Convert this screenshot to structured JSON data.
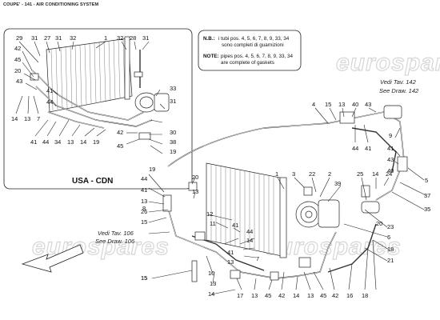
{
  "header": {
    "title": "COUPE' - 141 - AIR CONDITIONING SYSTEM"
  },
  "watermark": "eurospares",
  "inset": {
    "label": "USA - CDN",
    "callouts_top": [
      "29",
      "31",
      "27",
      "31",
      "32",
      "1",
      "32",
      "28",
      "31"
    ],
    "callouts_left": [
      "42",
      "45",
      "20",
      "43",
      "41",
      "44"
    ],
    "callouts_bottom": [
      "14",
      "13",
      "7",
      "41",
      "44",
      "34",
      "13",
      "14",
      "19"
    ],
    "callouts_right": [
      "33",
      "31",
      "30",
      "38",
      "19",
      "42",
      "45"
    ]
  },
  "note_box": {
    "it_label": "N.B.:",
    "it_line1": "i tubi pos. 4, 5, 6, 7, 8, 9, 33, 34",
    "it_line2": "sono completi di guarnizioni",
    "en_label": "NOTE:",
    "en_line1": "pipes pos. 4, 5, 6, 7, 8, 9, 33, 34",
    "en_line2": "are complete of gaskets"
  },
  "refs": {
    "right_line1": "Vedi Tav. 142",
    "right_line2": "See Draw. 142",
    "left_line1": "Vedi Tav. 106",
    "left_line2": "See Draw. 106"
  },
  "main_callouts": {
    "top": [
      "4",
      "15",
      "13",
      "40",
      "43"
    ],
    "upper_right": [
      "44",
      "41",
      "9",
      "41",
      "43",
      "40",
      "5",
      "37",
      "35"
    ],
    "mid": [
      "1",
      "3",
      "22",
      "2",
      "39",
      "25",
      "14",
      "24"
    ],
    "left_column": [
      "19",
      "44",
      "41",
      "13",
      "26",
      "15",
      "8"
    ],
    "center_left": [
      "20",
      "13",
      "12",
      "11",
      "15",
      "41",
      "44",
      "14",
      "41",
      "7",
      "13"
    ],
    "right_side": [
      "23",
      "6",
      "18",
      "21",
      "20"
    ],
    "bottom": [
      "15",
      "10",
      "14",
      "13",
      "17",
      "13",
      "45",
      "42",
      "14",
      "13",
      "45",
      "42",
      "16",
      "18"
    ]
  },
  "colors": {
    "line": "#222222",
    "watermark": "#d6d6d6",
    "background": "#ffffff"
  }
}
